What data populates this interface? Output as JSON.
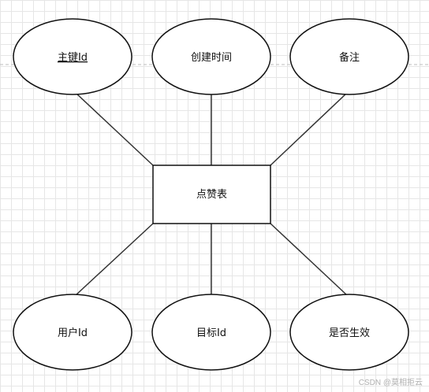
{
  "diagram": {
    "entity": {
      "label": "点赞表"
    },
    "attributes": [
      {
        "id": "primary-key",
        "label": "主键Id",
        "is_key": true
      },
      {
        "id": "create-time",
        "label": "创建时间",
        "is_key": false
      },
      {
        "id": "remark",
        "label": "备注",
        "is_key": false
      },
      {
        "id": "user-id",
        "label": "用户Id",
        "is_key": false
      },
      {
        "id": "target-id",
        "label": "目标Id",
        "is_key": false
      },
      {
        "id": "is-active",
        "label": "是否生效",
        "is_key": false
      }
    ]
  },
  "watermark": "CSDN @莫相拒云",
  "colors": {
    "stroke": "#111111",
    "grid": "#e6e6e6",
    "watermark": "#b0b0b0"
  }
}
